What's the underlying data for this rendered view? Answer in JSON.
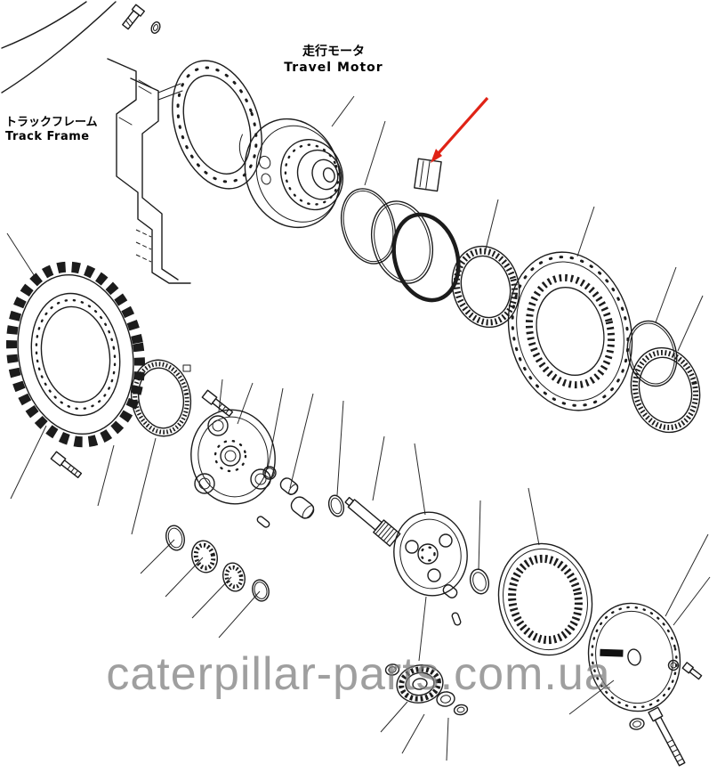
{
  "page": {
    "background": "#ffffff"
  },
  "labels": {
    "travel_motor_jp": "走行モータ",
    "travel_motor_en": "Travel Motor",
    "track_frame_jp": "トラックフレーム",
    "track_frame_en": "Track Frame"
  },
  "watermark": {
    "text": "caterpillar-parts.com.ua",
    "color": "#7a7a7a"
  },
  "annotation": {
    "arrow_color": "#e02316",
    "arrow_points_to": "shim-plate"
  },
  "diagram": {
    "line_color": "#1c1c1c",
    "background": "#ffffff"
  }
}
